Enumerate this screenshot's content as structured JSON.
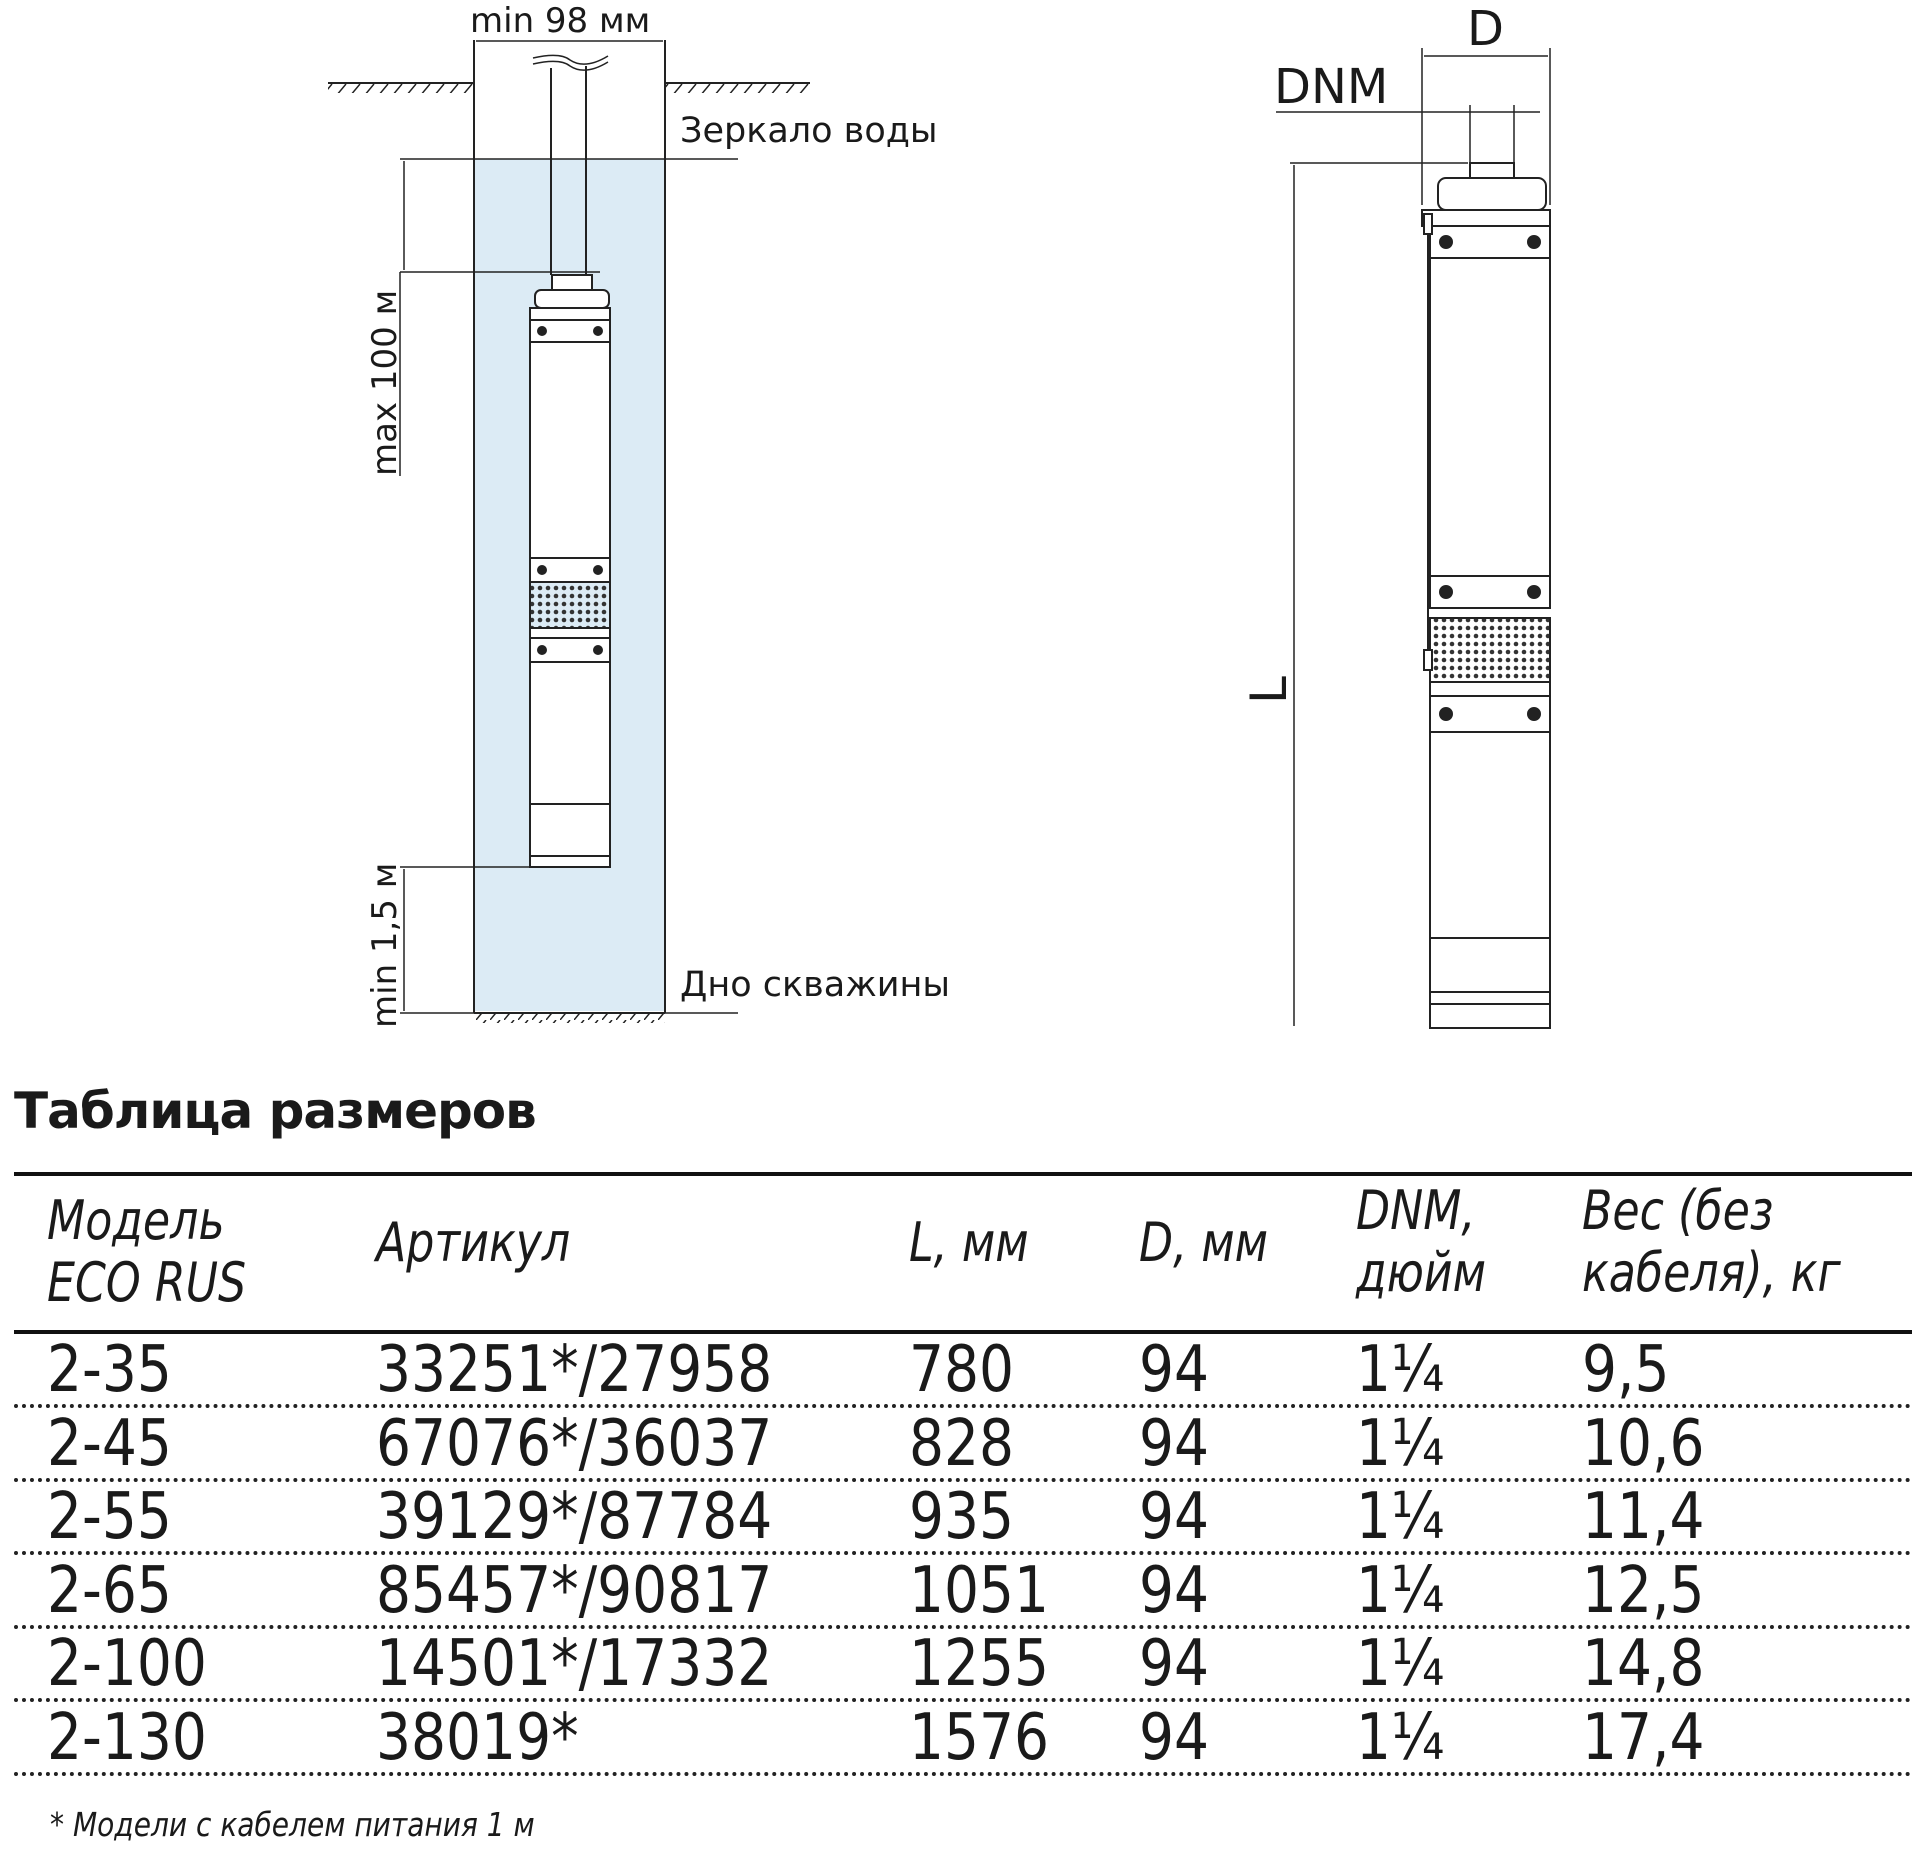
{
  "diagram": {
    "well_width_label": "min 98 мм",
    "water_level_label": "Зеркало воды",
    "max_depth_label": "max 100 м",
    "min_bottom_label": "min 1,5 м",
    "bottom_label": "Дно скважины",
    "dim_D": "D",
    "dim_DNM": "DNM",
    "dim_L": "L",
    "water_color": "#dcebf5"
  },
  "table": {
    "title": "Таблица размеров",
    "headers": [
      [
        "Модель",
        "ECO RUS"
      ],
      [
        "Артикул"
      ],
      [
        "L, мм"
      ],
      [
        "D, мм"
      ],
      [
        "DNM,",
        "дюйм"
      ],
      [
        "Вес (без",
        "кабеля), кг"
      ]
    ],
    "rows": [
      [
        "2-35",
        "33251*/27958",
        "780",
        "94",
        "1¼",
        "9,5"
      ],
      [
        "2-45",
        "67076*/36037",
        "828",
        "94",
        "1¼",
        "10,6"
      ],
      [
        "2-55",
        "39129*/87784",
        "935",
        "94",
        "1¼",
        "11,4"
      ],
      [
        "2-65",
        "85457*/90817",
        "1051",
        "94",
        "1¼",
        "12,5"
      ],
      [
        "2-100",
        "14501*/17332",
        "1255",
        "94",
        "1¼",
        "14,8"
      ],
      [
        "2-130",
        "38019*",
        "1576",
        "94",
        "1¼",
        "17,4"
      ]
    ],
    "footnote": "* Модели с кабелем питания 1 м"
  }
}
